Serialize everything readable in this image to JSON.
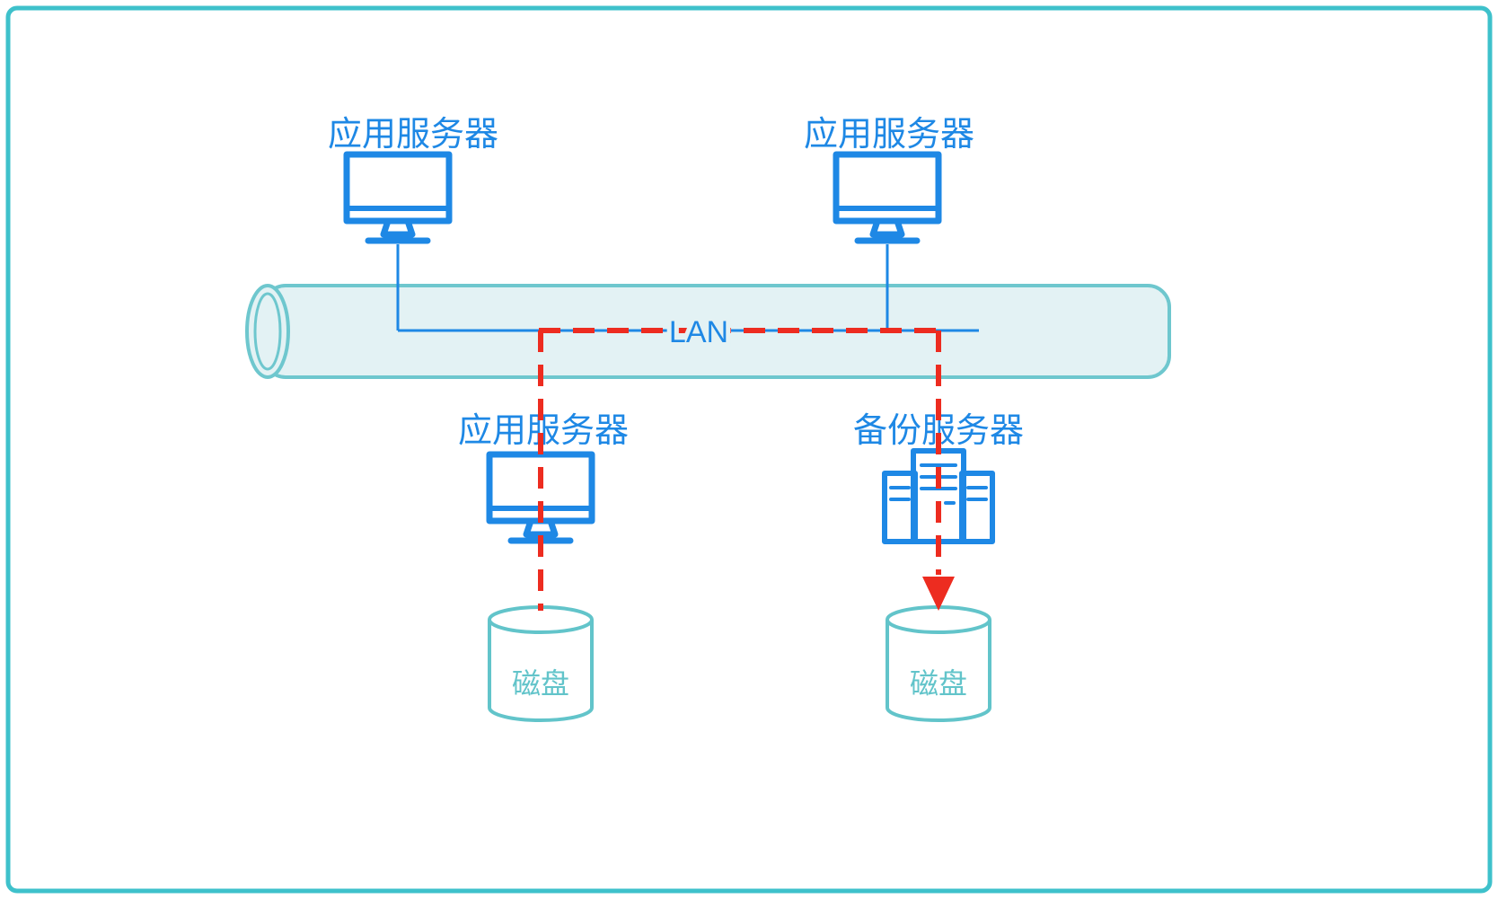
{
  "diagram": {
    "lan": {
      "label": "LAN"
    },
    "nodes": {
      "app_server_top_left": {
        "label": "应用服务器"
      },
      "app_server_top_right": {
        "label": "应用服务器"
      },
      "app_server_bottom": {
        "label": "应用服务器"
      },
      "backup_server": {
        "label": "备份服务器"
      },
      "disk_left": {
        "label": "磁盘"
      },
      "disk_right": {
        "label": "磁盘"
      }
    },
    "colors": {
      "border": "#3EC1CB",
      "node_blue": "#1E88E5",
      "lan_fill": "#E3F2F4",
      "lan_stroke": "#6EC7CE",
      "flow_red": "#ED2C20",
      "disk_stroke": "#62C4CA"
    }
  }
}
